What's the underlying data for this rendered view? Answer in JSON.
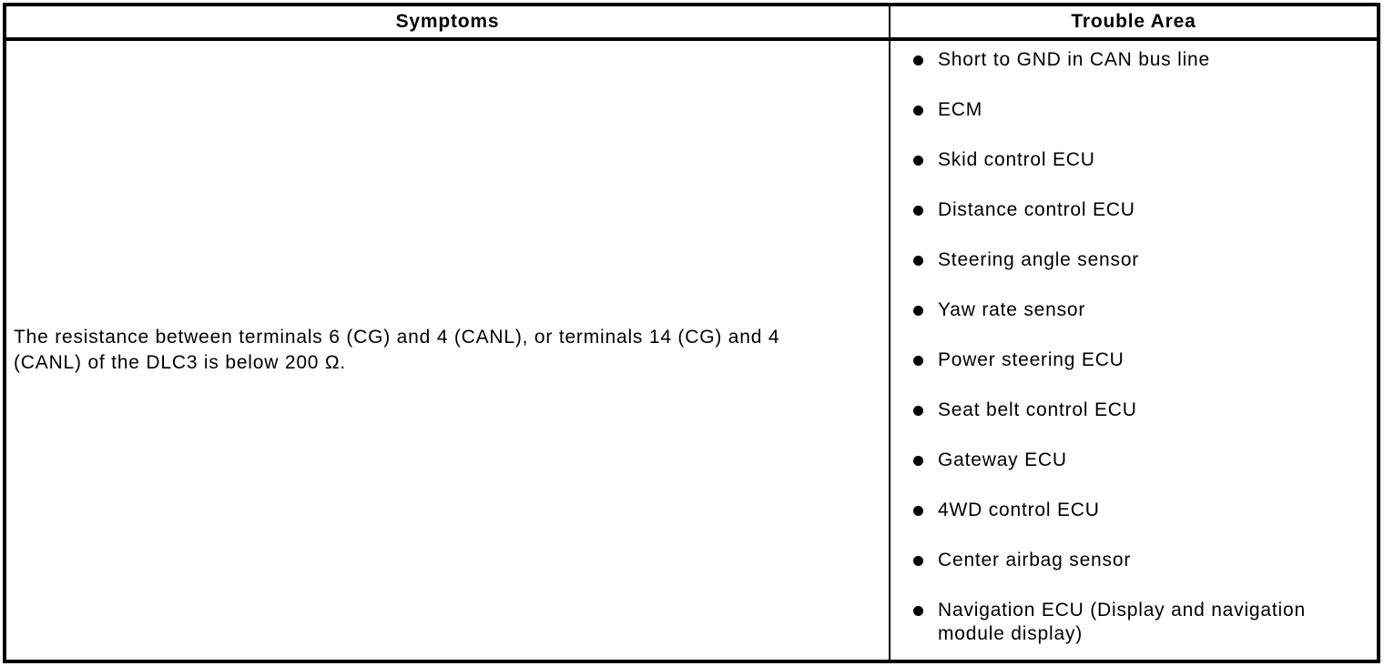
{
  "header": {
    "symptoms": "Symptoms",
    "trouble_area": "Trouble Area"
  },
  "symptoms": {
    "text": "The resistance between terminals 6 (CG) and 4 (CANL), or terminals 14 (CG) and 4 (CANL) of the DLC3 is below 200 Ω."
  },
  "trouble_areas": {
    "items": [
      "Short to GND in CAN bus line",
      "ECM",
      "Skid control ECU",
      "Distance control ECU",
      "Steering angle sensor",
      "Yaw rate sensor",
      "Power steering ECU",
      "Seat belt control ECU",
      "Gateway ECU",
      "4WD control ECU",
      "Center airbag sensor",
      "Navigation ECU (Display and navigation module display)"
    ]
  },
  "colors": {
    "border": "#000000",
    "text": "#000000",
    "background": "#ffffff"
  }
}
